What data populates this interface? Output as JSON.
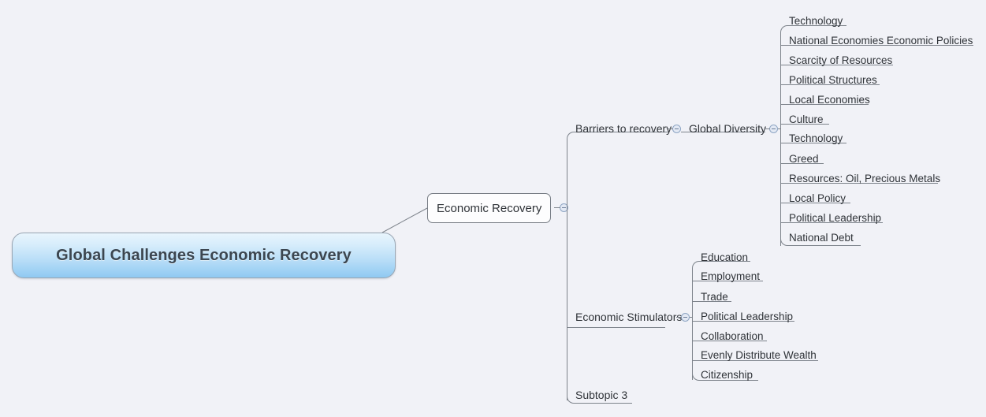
{
  "diagram": {
    "type": "mind-map",
    "background_color": "#f1f2f7",
    "root": {
      "label": "Global Challenges Economic Recovery",
      "accent_fill_top": "#e9f5fd",
      "accent_fill_bottom": "#8fc9f2",
      "border_color": "#9aa7b4"
    },
    "central_topic": {
      "label": "Economic Recovery",
      "toggle_icon": "collapse-minus-icon"
    },
    "branches": [
      {
        "label": "Barriers to recovery",
        "toggle_icon": "collapse-minus-icon",
        "children": [
          {
            "label": "Global Diversity",
            "toggle_icon": "collapse-minus-icon",
            "children": [
              {
                "label": "Technology"
              },
              {
                "label": "National Economies Economic Policies"
              },
              {
                "label": "Scarcity of Resources"
              },
              {
                "label": "Political Structures"
              },
              {
                "label": "Local Economies"
              },
              {
                "label": "Culture"
              },
              {
                "label": "Technology"
              },
              {
                "label": "Greed"
              },
              {
                "label": "Resources: Oil, Precious Metals"
              },
              {
                "label": "Local Policy"
              },
              {
                "label": "Political Leadership"
              },
              {
                "label": "National Debt"
              }
            ]
          }
        ]
      },
      {
        "label": "Economic Stimulators",
        "toggle_icon": "collapse-minus-icon",
        "children": [
          {
            "label": "Education"
          },
          {
            "label": "Employment"
          },
          {
            "label": "Trade"
          },
          {
            "label": "Political Leadership"
          },
          {
            "label": "Collaboration"
          },
          {
            "label": "Evenly Distribute Wealth"
          },
          {
            "label": "Citizenship"
          }
        ]
      },
      {
        "label": "Subtopic 3",
        "children": []
      }
    ]
  }
}
